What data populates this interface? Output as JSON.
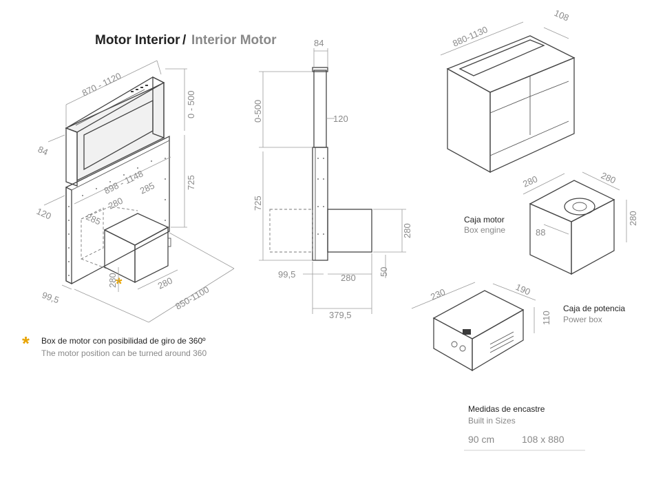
{
  "title": {
    "primary": "Motor Interior",
    "separator": "/",
    "secondary": "Interior Motor"
  },
  "main_drawing_dims": {
    "width_range": "870 - 1120",
    "height_top": "0 - 500",
    "depth_top": "84",
    "height_body": "725",
    "inner_range": "898 - 1148",
    "depth_120": "120",
    "box_285a": "285",
    "box_280a": "280",
    "box_285b": "285",
    "box_280_height": "280",
    "box_280_width": "280",
    "bottom_99": "99,5",
    "bottom_range": "850-1100"
  },
  "side_view_dims": {
    "top_84": "84",
    "height_0_500": "0-500",
    "side_120": "120",
    "height_725": "725",
    "box_280": "280",
    "bottom_50": "50",
    "offset_99": "99,5",
    "bottom_280": "280",
    "total_379": "379,5"
  },
  "cabinet_dims": {
    "range": "880-1130",
    "depth": "108"
  },
  "box_engine": {
    "label_es": "Caja motor",
    "label_en": "Box engine",
    "dim_a": "280",
    "dim_b": "280",
    "dim_c": "280",
    "dim_d": "88"
  },
  "power_box": {
    "label_es": "Caja de potencia",
    "label_en": "Power box",
    "dim_a": "230",
    "dim_b": "190",
    "dim_c": "110"
  },
  "note": {
    "marker": "*",
    "text_es": "Box de motor con posibilidad de giro de 360º",
    "text_en": "The motor position can be turned around 360"
  },
  "built_in": {
    "title_es": "Medidas de encastre",
    "title_en": "Built in Sizes",
    "rows": [
      {
        "size": "90 cm",
        "value": "108 x 880"
      }
    ]
  },
  "colors": {
    "accent_star": "#e8a400",
    "line": "#444444",
    "dimension_text": "#8a8a8a"
  }
}
